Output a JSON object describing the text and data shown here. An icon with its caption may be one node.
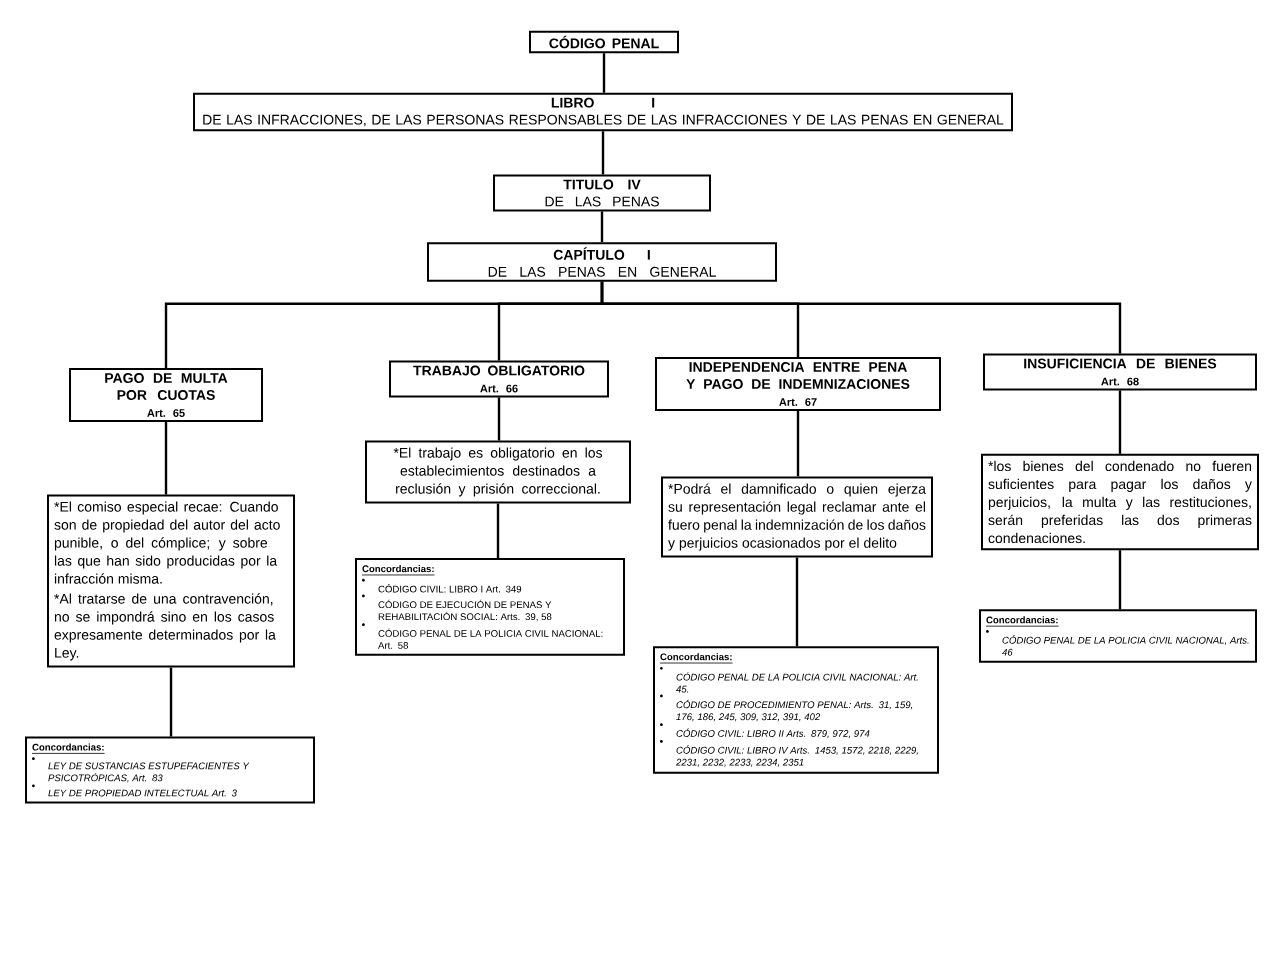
{
  "diagram": {
    "nodes": [
      {
        "text": [
          "CÓDIGO PENAL"
        ]
      },
      {
        "text": [
          "LIBRO I",
          "DE LAS INFRACCIONES, DE LAS PERSONAS RESPONSABLES DE LAS INFRACCIONES Y DE LAS PENAS EN GENERAL"
        ]
      },
      {
        "text": [
          "TITULO IV",
          "DE LAS PENAS"
        ]
      },
      {
        "text": [
          "CAPÍTULO I",
          "DE LAS PENAS EN GENERAL"
        ]
      },
      {
        "text": [
          "PAGO DE MULTA POR CUOTAS",
          "Art. 65"
        ]
      },
      {
        "text": [
          "*El comiso especial recae: Cuando son de propiedad del autor del acto punible, o del cómplice; y sobre las que han sido producidas por la infracción misma.",
          "*Al tratarse de una contravención, no se impondrá sino en los casos expresamente determinados por la Ley."
        ]
      },
      {
        "text": [
          "Concordancias:",
          "LEY DE SUSTANCIAS ESTUPEFACIENTES Y PSICOTRÓPICAS, Art. 83",
          "LEY DE PROPIEDAD INTELECTUAL Art. 3"
        ]
      },
      {
        "text": [
          "TRABAJO OBLIGATORIO",
          "Art. 66"
        ]
      },
      {
        "text": [
          "*El trabajo es obligatorio en los establecimientos destinados a reclusión y prisión correccional."
        ]
      },
      {
        "text": [
          "Concordancias:",
          "CÓDIGO CIVIL: LIBRO I Art. 349",
          "CÓDIGO DE EJECUCIÓN DE PENAS Y REHABILITACIÓN SOCIAL: Arts. 39, 58",
          "CÓDIGO PENAL DE LA POLICIA CIVIL NACIONAL: Art. 58"
        ]
      },
      {
        "text": [
          "INDEPENDENCIA ENTRE PENA Y PAGO DE INDEMNIZACIONES",
          "Art. 67"
        ]
      },
      {
        "text": [
          "*Podrá el damnificado o quien ejerza su representación legal reclamar ante el fuero penal la indemnización de los daños y perjuicios ocasionados por el delito"
        ]
      },
      {
        "text": [
          "Concordancias:",
          "CÓDIGO PENAL DE LA POLICIA CIVIL NACIONAL: Art. 45.",
          "CÓDIGO DE PROCEDIMIENTO PENAL: Arts. 31, 159, 176, 186, 245, 309, 312, 391, 402",
          "CÓDIGO CIVIL: LIBRO II Arts. 879, 972, 974",
          "CÓDIGO CIVIL: LIBRO IV Arts. 1453, 1572, 2218, 2229, 2231, 2232, 2233, 2234, 2351"
        ]
      },
      {
        "text": [
          "INSUFICIENCIA DE BIENES",
          "Art. 68"
        ]
      },
      {
        "text": [
          "*los bienes del condenado no fueren suficientes para pagar los daños y perjuicios, la multa y las restituciones, serán preferidas las dos primeras condenaciones."
        ]
      },
      {
        "text": [
          "Concordancias:",
          "CÓDIGO PENAL DE LA POLICIA CIVIL NACIONAL, Arts. 46"
        ]
      }
    ],
    "edges": [
      {
        "from": 0,
        "to": 1,
        "arrow": "none"
      },
      {
        "from": 1,
        "to": 2,
        "arrow": "none"
      },
      {
        "from": 2,
        "to": 3,
        "arrow": "none"
      },
      {
        "from": 3,
        "to": 4,
        "arrow": "none"
      },
      {
        "from": 3,
        "to": 7,
        "arrow": "none"
      },
      {
        "from": 3,
        "to": 10,
        "arrow": "none"
      },
      {
        "from": 3,
        "to": 13,
        "arrow": "none"
      },
      {
        "from": 4,
        "to": 5,
        "arrow": "none"
      },
      {
        "from": 5,
        "to": 6,
        "arrow": "none"
      },
      {
        "from": 7,
        "to": 8,
        "arrow": "none"
      },
      {
        "from": 8,
        "to": 9,
        "arrow": "none"
      },
      {
        "from": 10,
        "to": 11,
        "arrow": "none"
      },
      {
        "from": 11,
        "to": 12,
        "arrow": "none"
      },
      {
        "from": 13,
        "to": 14,
        "arrow": "none"
      },
      {
        "from": 14,
        "to": 15,
        "arrow": "none"
      }
    ]
  }
}
